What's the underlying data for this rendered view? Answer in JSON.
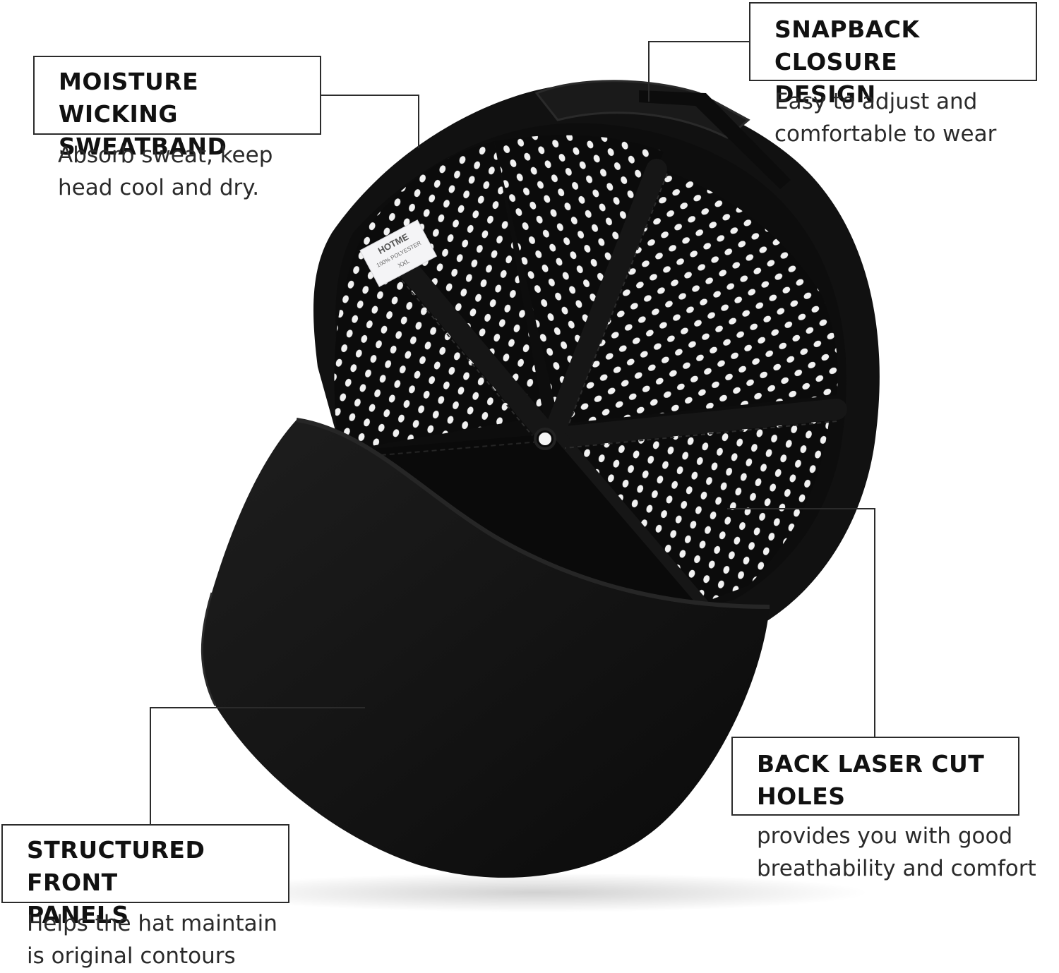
{
  "callouts": {
    "sweatband": {
      "title": "MOISTURE WICKING\nSWEATBAND",
      "desc": "Absorb sweat, keep\nhead cool and dry."
    },
    "snapback": {
      "title": "SNAPBACK CLOSURE\nDESIGN",
      "desc": "Easy to adjust and\ncomfortable to wear"
    },
    "laser": {
      "title": "BACK LASER CUT\nHOLES",
      "desc": "provides you with good\nbreathability and comfort"
    },
    "front": {
      "title": "STRUCTURED FRONT\nPANELS",
      "desc": "Helps the hat maintain\nis original contours"
    }
  },
  "tag": {
    "brand": "HOTME",
    "material": "100% POLYESTER",
    "size": "XXL"
  },
  "colors": {
    "cap": "#0e0e0e",
    "cap_shade": "#1c1c1c",
    "mesh_hole": "#f2f2f2",
    "line": "#2b2b2b"
  }
}
